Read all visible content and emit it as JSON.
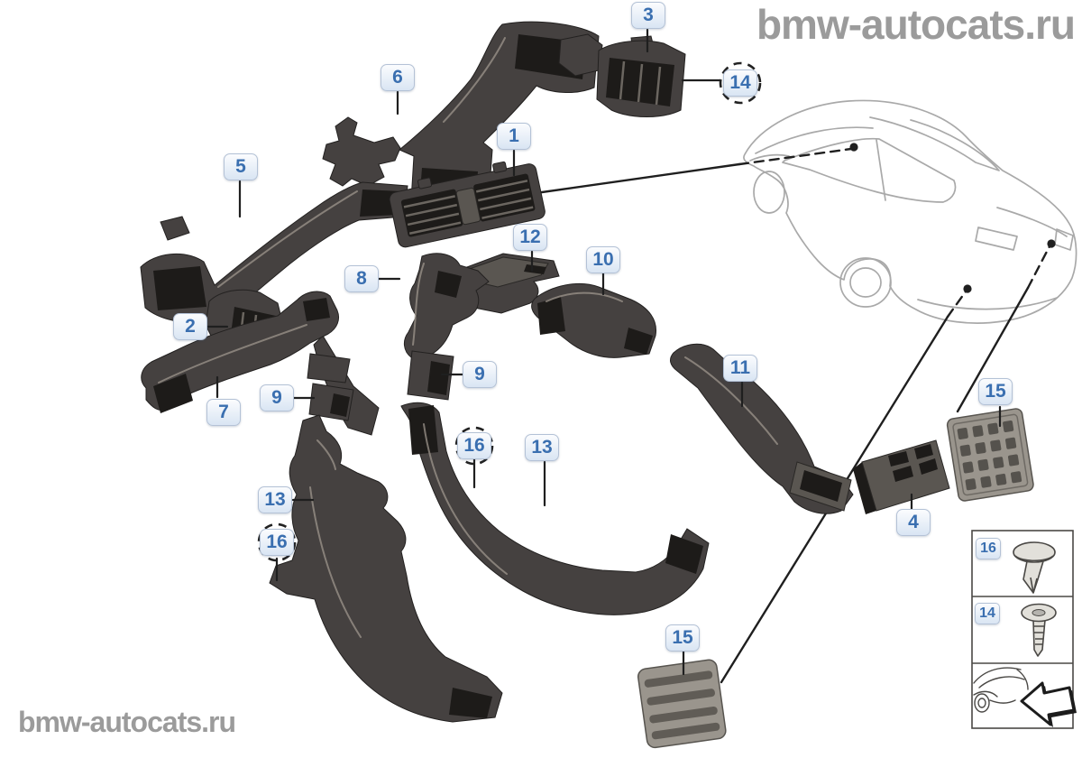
{
  "watermarks": {
    "top_right": "bmw-autocats.ru",
    "bottom_left": "bmw-autocats.ru"
  },
  "callouts": {
    "n1": "1",
    "n2": "2",
    "n3": "3",
    "n4": "4",
    "n5": "5",
    "n6": "6",
    "n7": "7",
    "n8": "8",
    "n9": "9",
    "n10": "10",
    "n11": "11",
    "n12": "12",
    "n13": "13",
    "n14": "14",
    "n15": "15",
    "n16": "16"
  },
  "legend": {
    "row1_label": "16",
    "row2_label": "14"
  },
  "colors": {
    "callout_blue": "#3a6fb0",
    "label_bg_top": "#fbfcfe",
    "label_bg_bottom": "#d9e5f3",
    "label_border": "#b4c2d6",
    "part_gray": "#454140",
    "part_shadow": "#1d1b19",
    "grille_gray": "#9a958d",
    "connector_black": "#1f1f1f",
    "car_outline_gray": "#a9a9a9",
    "watermark_gray": "#9b9b9b"
  }
}
